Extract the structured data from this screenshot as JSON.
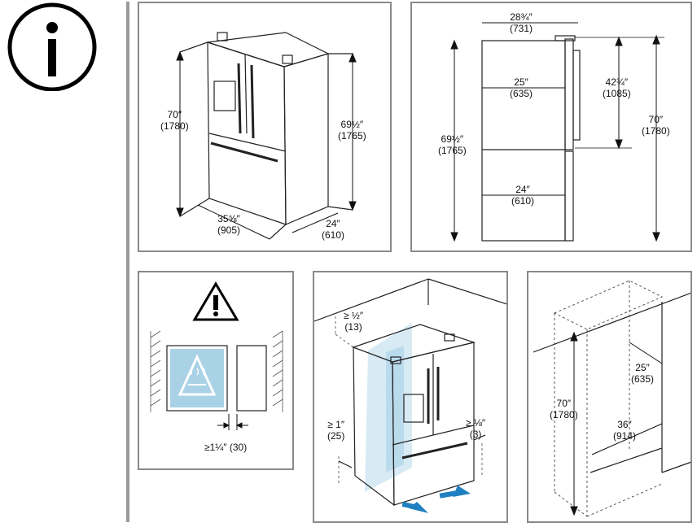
{
  "info_icon": "info-circle-icon",
  "overall": {
    "height": "70″",
    "height_mm": "(1780)",
    "case_height": "69½″",
    "case_height_mm": "(1765)",
    "width": "35⅝″",
    "width_mm": "(905)",
    "depth": "24″",
    "depth_mm": "(610)"
  },
  "side": {
    "top_depth": "28¾″",
    "top_depth_mm": "(731)",
    "upper_depth": "25″",
    "upper_depth_mm": "(635)",
    "lower_depth": "24″",
    "lower_depth_mm": "(610)",
    "case_height": "69½″",
    "case_height_mm": "(1765)",
    "door_height": "42¾″",
    "door_height_mm": "(1085)",
    "total_height": "70″",
    "total_height_mm": "(1780)"
  },
  "heat": {
    "warning_icon": "warning-triangle-icon",
    "hot_surface_icon": "hot-surface-icon",
    "gap": "≥1¼″ (30)"
  },
  "clearance": {
    "top": "≥ ½″",
    "top_mm": "(13)",
    "left": "≥ 1″",
    "left_mm": "(25)",
    "right": "≥ ⅛″",
    "right_mm": "(3)"
  },
  "niche": {
    "height": "70″",
    "height_mm": "(1780)",
    "depth": "25″",
    "depth_mm": "(635)",
    "width": "36″",
    "width_mm": "(914)"
  }
}
